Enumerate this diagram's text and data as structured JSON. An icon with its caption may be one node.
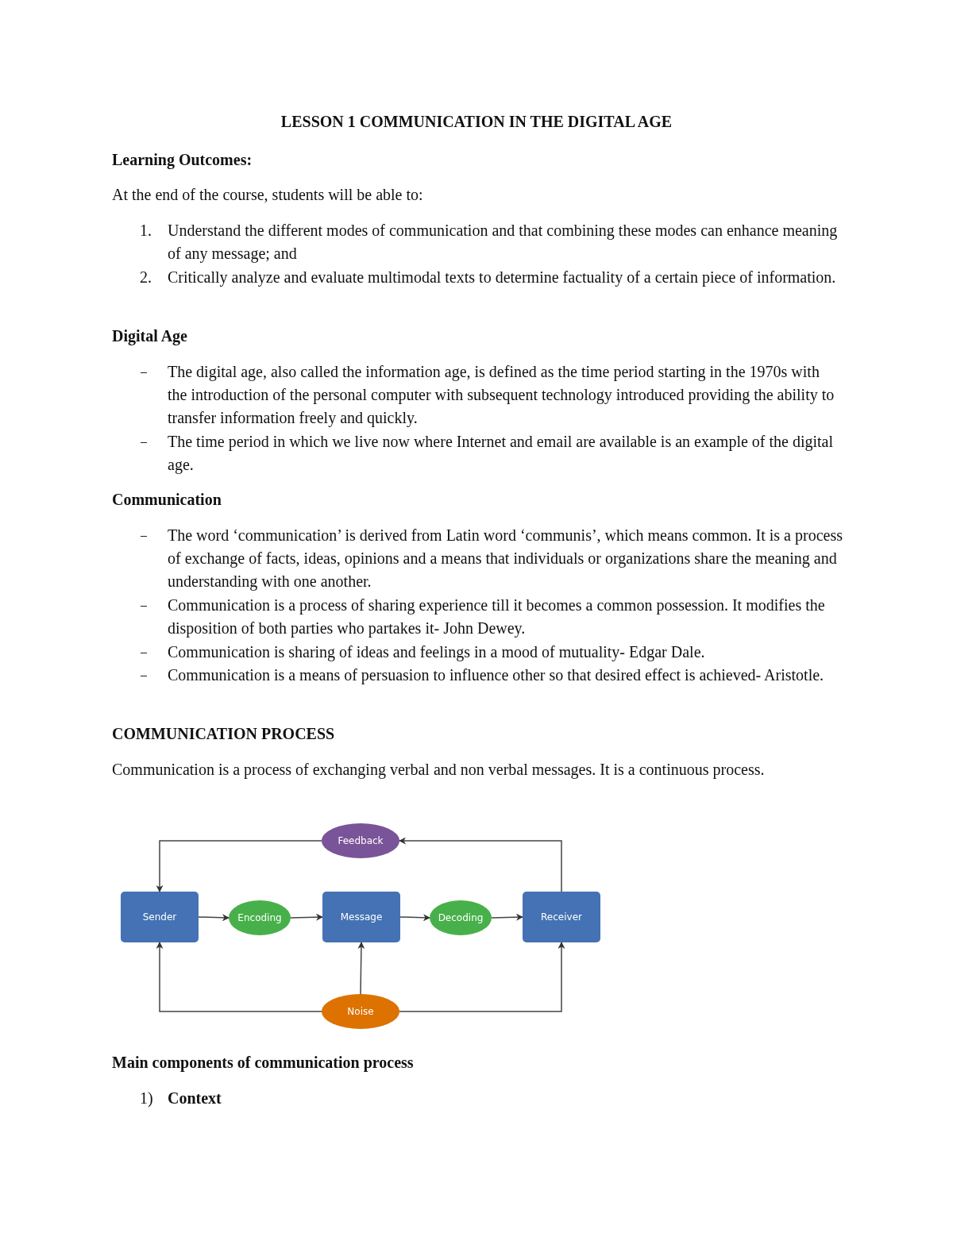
{
  "diagram": {
    "title": "LESSON 1 COMMUNICATION IN THE DIGITAL AGE",
    "nodes": [
      {
        "text": [
          "Feedback"
        ]
      },
      {
        "text": [
          "Sender"
        ]
      },
      {
        "text": [
          "Encoding"
        ]
      },
      {
        "text": [
          "Message"
        ]
      },
      {
        "text": [
          "Decoding"
        ]
      },
      {
        "text": [
          "Receiver"
        ]
      },
      {
        "text": [
          "Noise"
        ]
      }
    ],
    "edges": [
      {
        "from": 5,
        "to": 0,
        "arrow": "to"
      },
      {
        "from": 0,
        "to": 1,
        "arrow": "to"
      },
      {
        "from": 1,
        "to": 2,
        "arrow": "to"
      },
      {
        "from": 2,
        "to": 3,
        "arrow": "to"
      },
      {
        "from": 3,
        "to": 4,
        "arrow": "to"
      },
      {
        "from": 4,
        "to": 5,
        "arrow": "to"
      },
      {
        "from": 6,
        "to": 1,
        "arrow": "to"
      },
      {
        "from": 6,
        "to": 3,
        "arrow": "to"
      },
      {
        "from": 6,
        "to": 5,
        "arrow": "to"
      }
    ],
    "labels": [
      "Learning Outcomes:",
      "At the end of the course, students will be able to:",
      "1.",
      "Understand the different modes of communication and that combining these modes can enhance meaning of any message; and",
      "2.",
      "Critically analyze and evaluate multimodal texts to determine factuality of a certain piece of information.",
      "Digital Age",
      "The digital age, also called the information age, is defined as the time period starting in the 1970s with the introduction of the personal computer with subsequent technology introduced providing the ability to transfer information freely and quickly.",
      "The time period in which we live now where Internet and email are available is an example of the digital age.",
      "Communication",
      "The word ‘communication’ is derived from Latin word ‘communis’, which means common. It is a process of exchange of facts, ideas, opinions and a means that individuals or organizations share the meaning and understanding with one another.",
      "Communication is a process of sharing experience till it becomes a common possession. It modifies the disposition of both parties who partakes it- John Dewey.",
      "Communication is sharing of ideas and feelings in a mood of mutuality- Edgar Dale.",
      "Communication is a means of persuasion to influence other so that desired effect is achieved- Aristotle.",
      "COMMUNICATION PROCESS",
      "Communication is a process of exchanging verbal and non verbal messages. It is a continuous process.",
      "Main components of communication process",
      "1)",
      "Context"
    ]
  }
}
